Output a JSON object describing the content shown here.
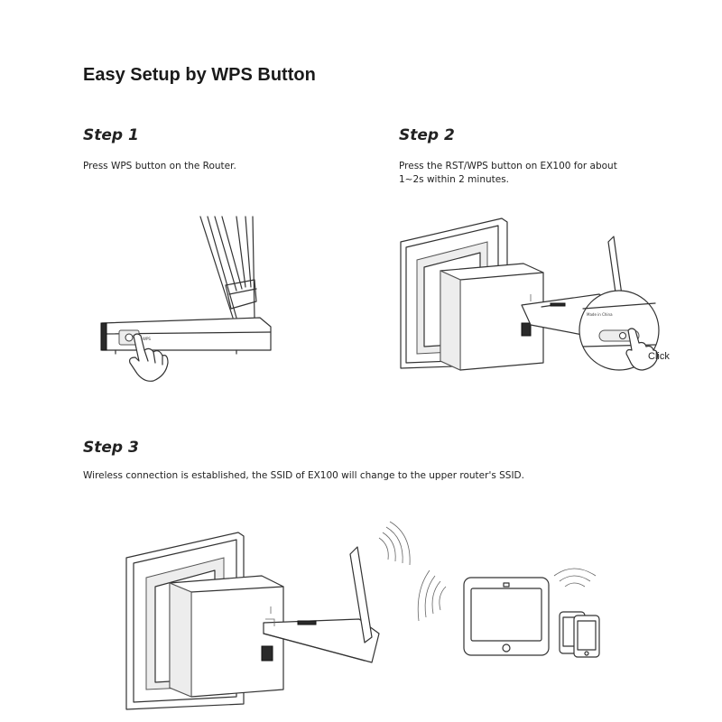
{
  "page": {
    "title": "Easy Setup by WPS Button"
  },
  "steps": [
    {
      "heading": "Step 1",
      "text": "Press WPS button on the Router."
    },
    {
      "heading": "Step 2",
      "text": "Press the RST/WPS button on EX100 for about 1~2s within 2 minutes."
    },
    {
      "heading": "Step 3",
      "text": "Wireless connection is established, the SSID of EX100 will change to the upper router's SSID."
    }
  ],
  "illustrations": {
    "router_label": "WPS",
    "device_label": "Made in China",
    "click_label": "Click",
    "icons": [
      "router-icon",
      "pointing-hand-icon",
      "wall-socket-icon",
      "adapter-icon",
      "antenna-icon",
      "wifi-signal-icon",
      "tablet-icon",
      "phone-icon",
      "magnifier-callout-icon"
    ]
  },
  "colors": {
    "text": "#1a1a1a",
    "line": "#333333",
    "device_fill": "#ffffff",
    "shade": "#ededed"
  }
}
